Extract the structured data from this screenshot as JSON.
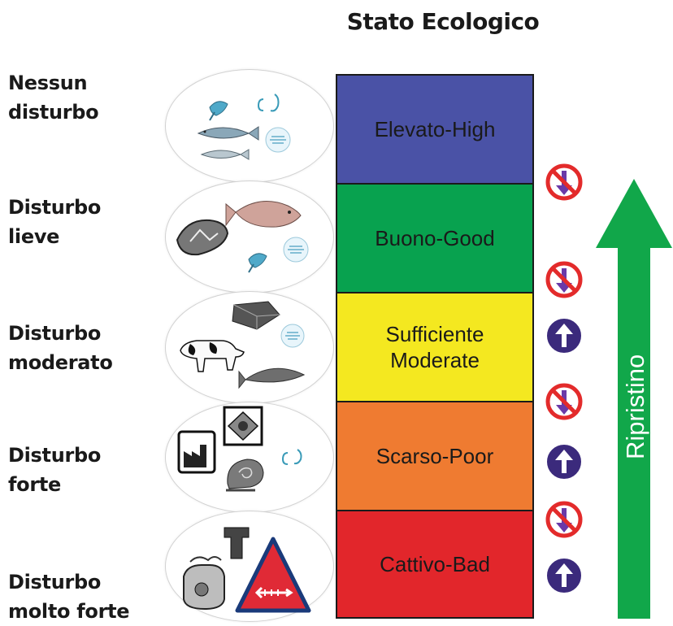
{
  "title": "Stato Ecologico",
  "levels": [
    {
      "disturbance": [
        "Nessun",
        "disturbo"
      ],
      "status": [
        "Elevato-High"
      ],
      "color": "#4a52a6"
    },
    {
      "disturbance": [
        "Disturbo",
        "lieve"
      ],
      "status": [
        "Buono-Good"
      ],
      "color": "#08a24f"
    },
    {
      "disturbance": [
        "Disturbo",
        "moderato"
      ],
      "status": [
        "Sufficiente",
        "Moderate"
      ],
      "color": "#f4e820"
    },
    {
      "disturbance": [
        "Disturbo",
        "forte"
      ],
      "status": [
        "Scarso-Poor"
      ],
      "color": "#ef7b31"
    },
    {
      "disturbance": [
        "Disturbo",
        "molto forte"
      ],
      "status": [
        "Cattivo-Bad"
      ],
      "color": "#e2262b"
    }
  ],
  "restoration_label": "Ripristino",
  "colors": {
    "arrow": "#11a74a",
    "prohibition": "#e32b2b",
    "up_circle": "#3b2a7c",
    "down_arrow": "#6a3aa8"
  },
  "icons": {
    "prohibited_decline": "no-down-arrow-icon",
    "improvement": "up-arrow-circle-icon",
    "restoration": "big-up-arrow-icon"
  }
}
